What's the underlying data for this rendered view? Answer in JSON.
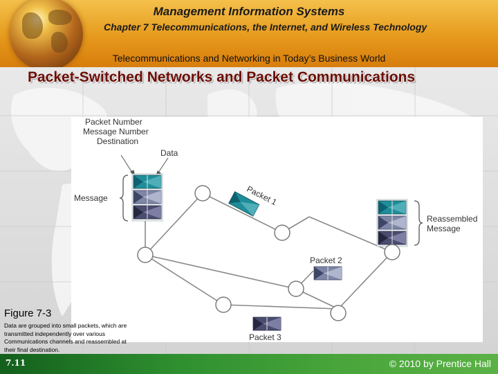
{
  "header": {
    "title": "Management Information Systems",
    "chapter": "Chapter 7 Telecommunications, the Internet, and Wireless Technology",
    "section": "Telecommunications and Networking in Today’s Business World"
  },
  "slide": {
    "title": "Packet-Switched Networks and Packet Communications"
  },
  "diagram": {
    "labels": {
      "packet_number": "Packet Number",
      "message_number": "Message Number",
      "destination": "Destination",
      "data": "Data",
      "message": "Message",
      "packet1": "Packet 1",
      "packet2": "Packet 2",
      "packet3": "Packet 3",
      "reassembled_line1": "Reassembled",
      "reassembled_line2": "Message"
    }
  },
  "figure": {
    "label": "Figure 7-3",
    "caption": "Data are grouped into small packets, which are transmitted independently over various Communications channels and reassembled at their final destination."
  },
  "footer": {
    "page": "7.11",
    "copyright": "© 2010 by Prentice Hall"
  },
  "colors": {
    "header": "#e69a1c",
    "title": "#6b0d05",
    "footer": "#2e8f2f",
    "packet_teal": "#1f8e9a",
    "packet_gray": "#7e86a6",
    "packet_slate": "#4a4d70"
  }
}
